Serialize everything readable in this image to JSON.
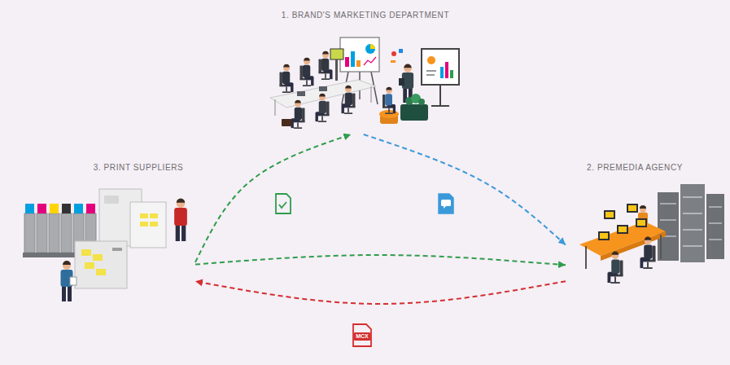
{
  "diagram": {
    "nodes": [
      {
        "text": [
          "1. BRAND'S MARKETING DEPARTMENT"
        ]
      },
      {
        "text": [
          "2. PREMEDIA AGENCY"
        ]
      },
      {
        "text": [
          "3. PRINT SUPPLIERS"
        ]
      }
    ],
    "edges": [
      {
        "from": 0,
        "to": 1,
        "arrow": "to"
      },
      {
        "from": 2,
        "to": 0,
        "arrow": "to"
      },
      {
        "from": 2,
        "to": 1,
        "arrow": "to"
      },
      {
        "from": 1,
        "to": 2,
        "arrow": "to"
      }
    ],
    "labels": [
      "MCX"
    ]
  }
}
